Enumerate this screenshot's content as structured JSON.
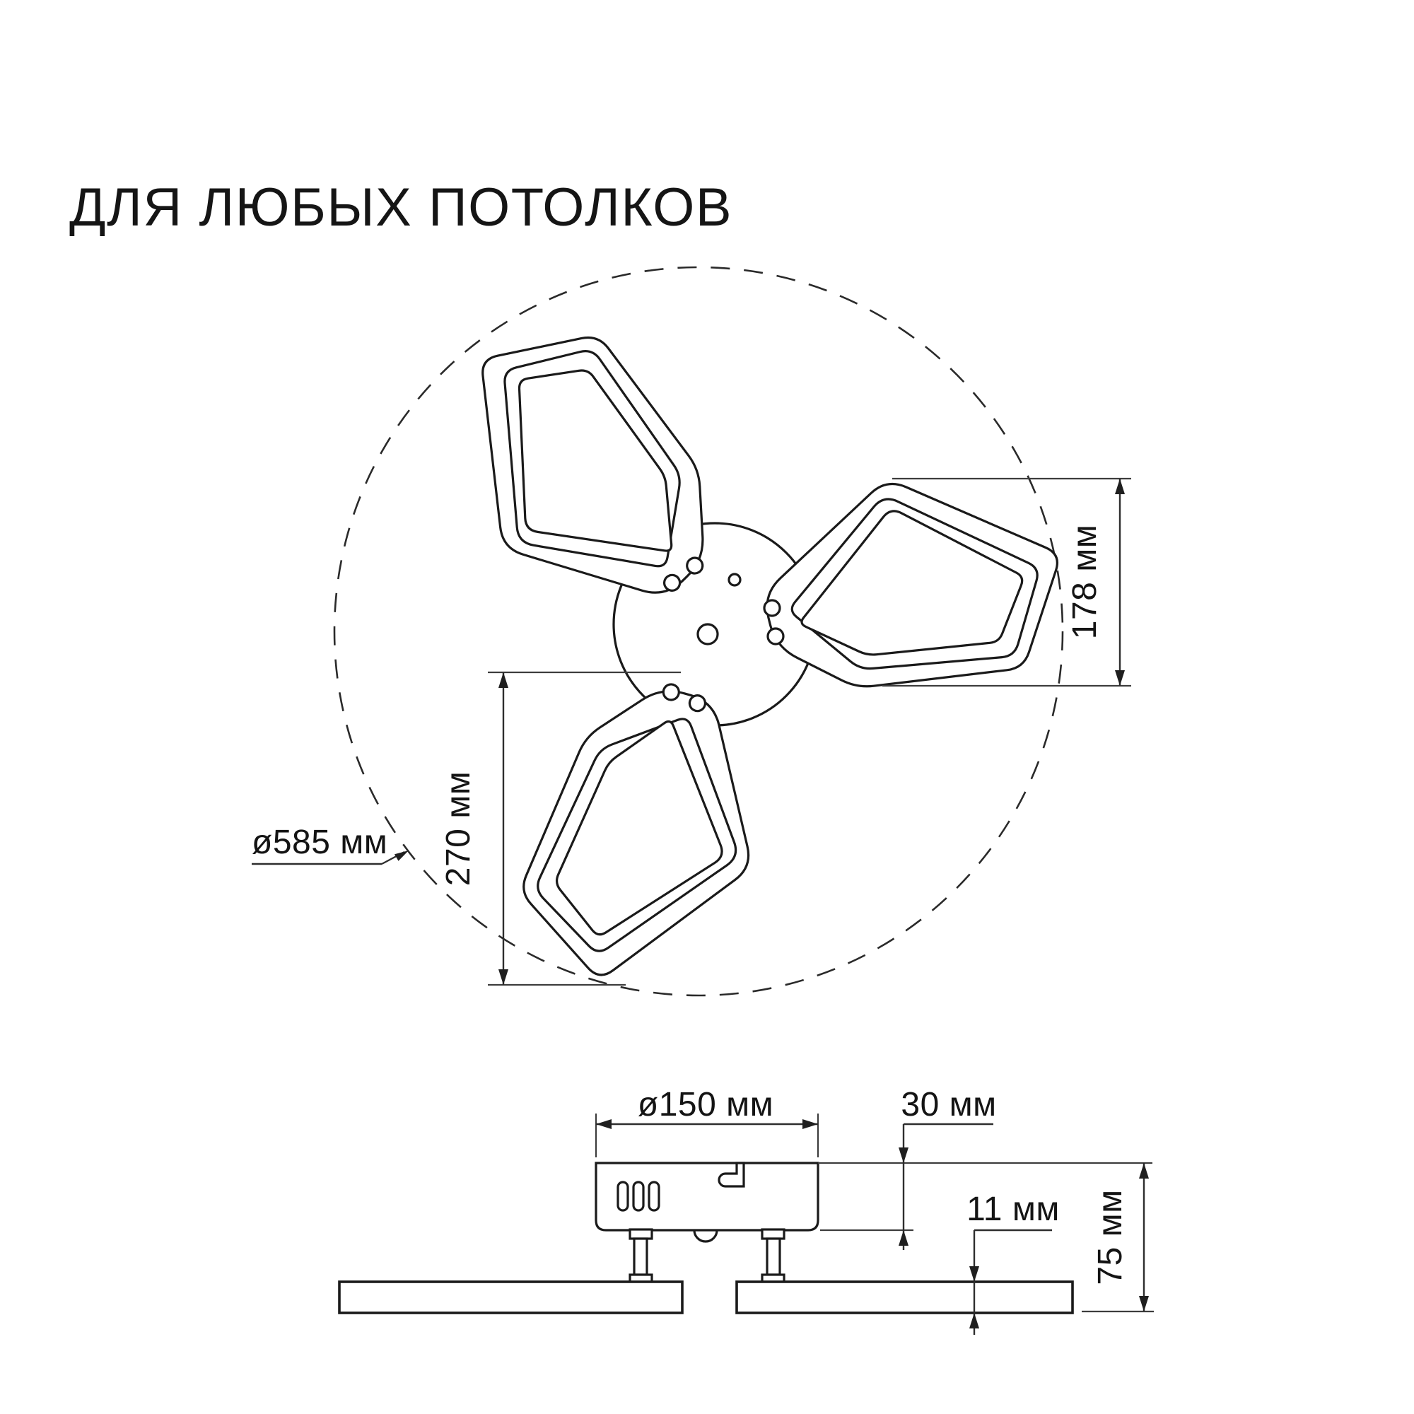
{
  "title": "ДЛЯ ЛЮБЫХ ПОТОЛКОВ",
  "top_view": {
    "overall_diameter_label": "ø585 мм",
    "petal_width_label": "178 мм",
    "petal_length_label": "270 мм"
  },
  "side_view": {
    "base_diameter_label": "ø150 мм",
    "base_height_label": "30 мм",
    "plate_thickness_label": "11 мм",
    "total_height_label": "75 мм"
  }
}
